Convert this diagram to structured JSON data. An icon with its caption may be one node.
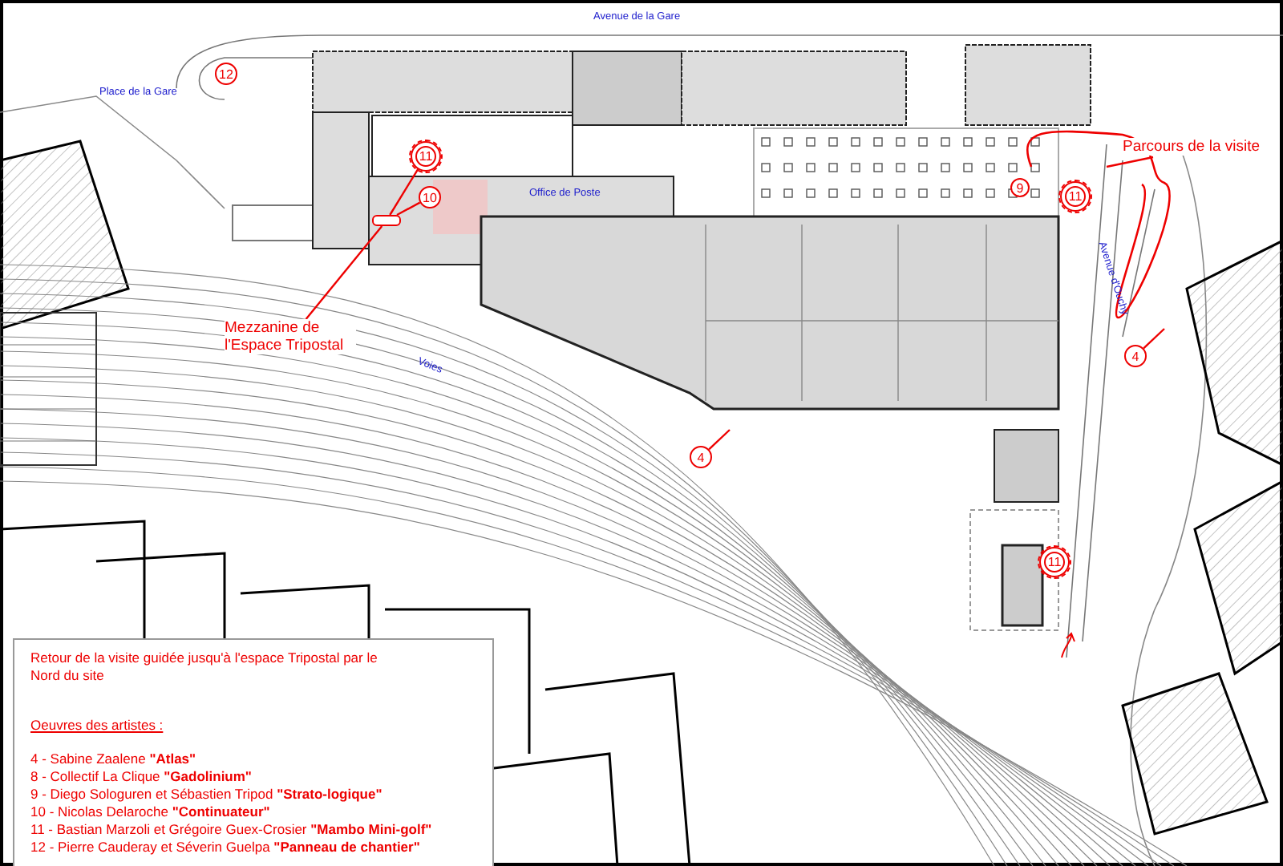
{
  "diagram": {
    "nodes": [
      {
        "text": [
          "Retour de la visite guidée jusqu'à l'espace Tripostal par le Nord du site",
          "Oeuvres des artistes :",
          "4 - Sabine Zaalene **\"Atlas\"**",
          "8 - Collectif La Clique **\"Gadolinium\"**",
          "9 - Diego Sologuren et Sébastien Tripod **\"Strato-logique\"**",
          "10 - Nicolas Delaroche **\"Continuateur\"**",
          "11 - Bastian Marzoli et Grégoire Guex-Crosier **\"Mambo Mini-golf\"**",
          "12 - Pierre Cauderay et Séverin Guelpa **\"Panneau de chantier\"**"
        ]
      },
      {
        "text": [
          "12"
        ]
      },
      {
        "text": [
          "11"
        ]
      },
      {
        "text": [
          "10"
        ]
      },
      {
        "text": [],
        "shape": "box"
      },
      {
        "text": [
          "Mezzanine de l'Espace Tripostal"
        ]
      },
      {
        "text": [
          "Parcours de la visite"
        ]
      },
      {
        "text": [
          "9"
        ]
      },
      {
        "text": [
          "11"
        ]
      },
      {
        "text": [
          "4"
        ]
      },
      {
        "text": [
          "4"
        ]
      },
      {
        "text": [
          "11"
        ]
      }
    ],
    "edges": [
      {
        "from": 5,
        "to": 4,
        "arrow": "none"
      },
      {
        "from": 2,
        "to": 4,
        "arrow": "none"
      },
      {
        "from": 3,
        "to": 4,
        "arrow": "none"
      },
      {
        "from": 6,
        "to": null,
        "arrow": "none"
      },
      {
        "from": 9,
        "to": null,
        "arrow": "none"
      },
      {
        "from": 10,
        "to": null,
        "arrow": "none"
      }
    ],
    "labels": [
      "Avenue de la Gare",
      "Place de la Gare",
      "Office de Poste",
      "Avenue d'Ouchy",
      "Voies"
    ]
  }
}
